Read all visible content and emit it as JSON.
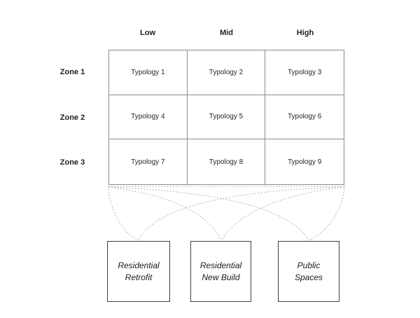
{
  "matrix": {
    "column_headers": [
      "Low",
      "Mid",
      "High"
    ],
    "row_labels": [
      "Zone 1",
      "Zone 2",
      "Zone 3"
    ],
    "cells": [
      "Typology 1",
      "Typology 2",
      "Typology 3",
      "Typology 4",
      "Typology 5",
      "Typology 6",
      "Typology 7",
      "Typology 8",
      "Typology 9"
    ]
  },
  "output_boxes": [
    {
      "line1": "Residential",
      "line2": "Retrofit"
    },
    {
      "line1": "Residential",
      "line2": "New Build"
    },
    {
      "line1": "Public",
      "line2": "Spaces"
    }
  ],
  "colors": {
    "background": "#ffffff",
    "grid_line": "#8c8c8c",
    "box_border": "#404040",
    "connector": "#a6a6a6",
    "text": "#212121"
  }
}
